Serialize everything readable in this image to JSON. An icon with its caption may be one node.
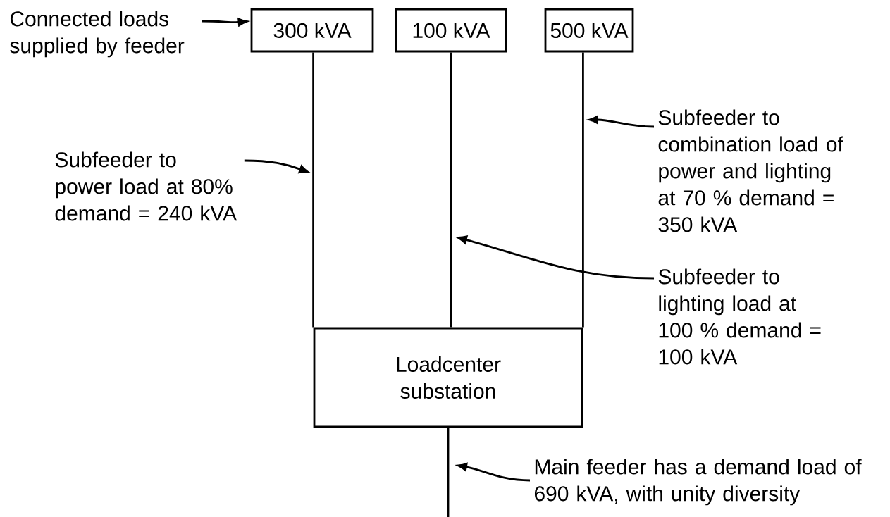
{
  "diagram": {
    "nodes": [
      {
        "text": [
          "Connected loads supplied by feeder"
        ]
      },
      {
        "text": [
          "300 kVA"
        ]
      },
      {
        "text": [
          "100 kVA"
        ]
      },
      {
        "text": [
          "500 kVA"
        ]
      },
      {
        "text": [
          "Loadcenter substation"
        ]
      },
      {
        "text": [
          "Subfeeder to power load at 80% demand = 240 kVA"
        ]
      },
      {
        "text": [
          "Subfeeder to combination load of power and lighting at 70 % demand = 350 kVA"
        ]
      },
      {
        "text": [
          "Subfeeder to lighting load at 100 % demand = 100 kVA"
        ]
      },
      {
        "text": [
          "Main feeder has a demand load of 690 kVA, with unity diversity"
        ]
      }
    ],
    "edges": [
      {
        "from": 0,
        "to": 1,
        "arrow": "to"
      },
      {
        "from": 1,
        "to": 4,
        "arrow": "none"
      },
      {
        "from": 2,
        "to": 4,
        "arrow": "none"
      },
      {
        "from": 3,
        "to": 4,
        "arrow": "none"
      },
      {
        "from": 4,
        "to": null,
        "arrow": "none"
      },
      {
        "from": 5,
        "to": null,
        "arrow": "to"
      },
      {
        "from": 6,
        "to": null,
        "arrow": "to"
      },
      {
        "from": 7,
        "to": null,
        "arrow": "to"
      },
      {
        "from": 8,
        "to": null,
        "arrow": "to"
      }
    ]
  }
}
